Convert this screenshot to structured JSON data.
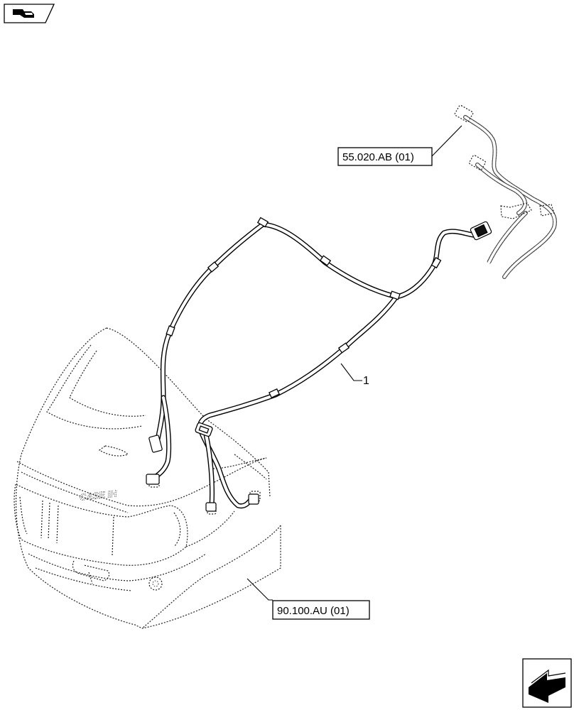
{
  "callouts": {
    "top_ref": "55.020.AB (01)",
    "bottom_ref": "90.100.AU (01)",
    "item_number": "1"
  },
  "logo": {
    "brand_text": "CASE IH"
  },
  "icons": {
    "top_left": "toolbar-hand-icon",
    "bottom_right": "next-page-arrow-icon"
  }
}
